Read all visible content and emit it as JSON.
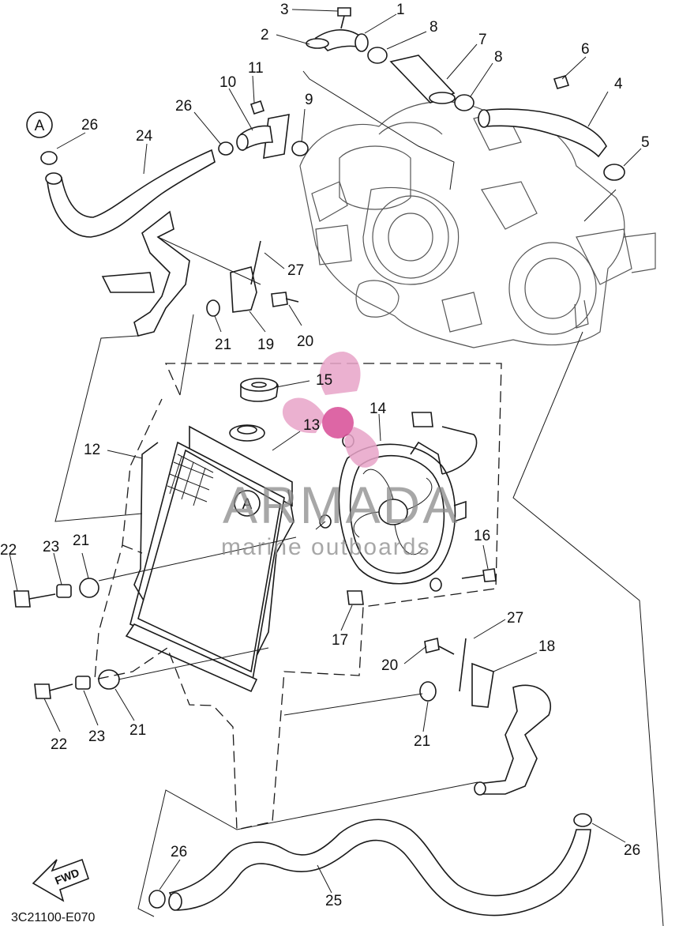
{
  "diagram": {
    "reference_code": "3C21100-E070",
    "direction_label": "FWD",
    "connection_marker": "A",
    "callouts": [
      {
        "id": "c3",
        "text": "3"
      },
      {
        "id": "c1",
        "text": "1"
      },
      {
        "id": "c2",
        "text": "2"
      },
      {
        "id": "c8a",
        "text": "8"
      },
      {
        "id": "c7",
        "text": "7"
      },
      {
        "id": "c6",
        "text": "6"
      },
      {
        "id": "c8b",
        "text": "8"
      },
      {
        "id": "c11",
        "text": "11"
      },
      {
        "id": "c10",
        "text": "10"
      },
      {
        "id": "c9",
        "text": "9"
      },
      {
        "id": "c4",
        "text": "4"
      },
      {
        "id": "c26a",
        "text": "26"
      },
      {
        "id": "c26b",
        "text": "26"
      },
      {
        "id": "c24",
        "text": "24"
      },
      {
        "id": "c5",
        "text": "5"
      },
      {
        "id": "c27a",
        "text": "27"
      },
      {
        "id": "c21a",
        "text": "21"
      },
      {
        "id": "c19",
        "text": "19"
      },
      {
        "id": "c20a",
        "text": "20"
      },
      {
        "id": "c15",
        "text": "15"
      },
      {
        "id": "c14",
        "text": "14"
      },
      {
        "id": "c13",
        "text": "13"
      },
      {
        "id": "c12",
        "text": "12"
      },
      {
        "id": "c22a",
        "text": "22"
      },
      {
        "id": "c23a",
        "text": "23"
      },
      {
        "id": "c21b",
        "text": "21"
      },
      {
        "id": "c16",
        "text": "16"
      },
      {
        "id": "c17",
        "text": "17"
      },
      {
        "id": "c27b",
        "text": "27"
      },
      {
        "id": "c20b",
        "text": "20"
      },
      {
        "id": "c18",
        "text": "18"
      },
      {
        "id": "c22b",
        "text": "22"
      },
      {
        "id": "c23b",
        "text": "23"
      },
      {
        "id": "c21c",
        "text": "21"
      },
      {
        "id": "c21d",
        "text": "21"
      },
      {
        "id": "c26c",
        "text": "26"
      },
      {
        "id": "c26d",
        "text": "26"
      },
      {
        "id": "c25",
        "text": "25"
      }
    ]
  },
  "watermark": {
    "brand": "ARMADA",
    "tagline": "marine outboards",
    "color": "#e7a3c8"
  }
}
